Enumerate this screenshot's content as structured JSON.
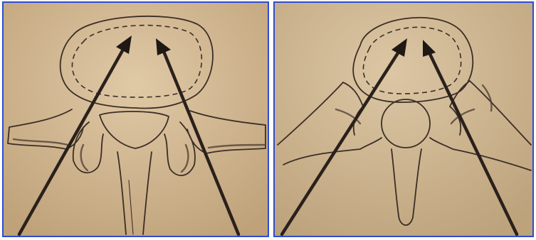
{
  "figure": {
    "panels": [
      {
        "id": "left",
        "subject": "vertebra-axial-view-thoracolumbar",
        "arrows": 2
      },
      {
        "id": "right",
        "subject": "vertebra-axial-view-lumbar",
        "arrows": 2
      }
    ],
    "colors": {
      "paper": "#cdb28a",
      "paper_light": "#dcc4a0",
      "ink": "#3a2e26",
      "arrow": "#2a211c",
      "panel_border": "#2f4bd0"
    }
  }
}
